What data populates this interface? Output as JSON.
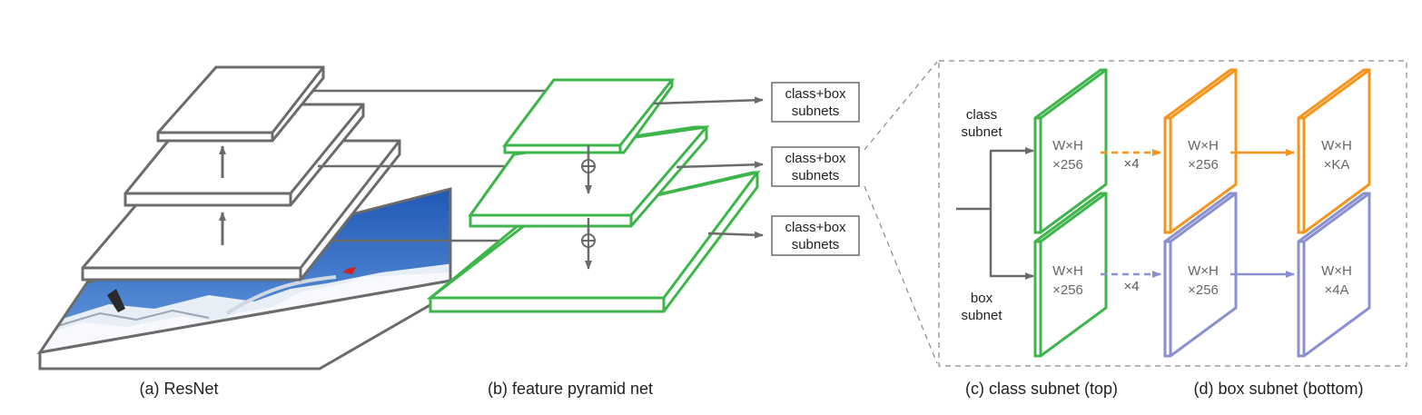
{
  "captions": {
    "resnet": "(a) ResNet",
    "fpn": "(b) feature pyramid net",
    "class_subnet": "(c) class subnet (top)",
    "box_subnet": "(d) box subnet (bottom)"
  },
  "subnet_boxes": [
    {
      "line1": "class+box",
      "line2": "subnets"
    },
    {
      "line1": "class+box",
      "line2": "subnets"
    },
    {
      "line1": "class+box",
      "line2": "subnets"
    }
  ],
  "branch_labels": {
    "class_line1": "class",
    "class_line2": "subnet",
    "box_line1": "box",
    "box_line2": "subnet"
  },
  "class_layers": [
    {
      "line1": "W×H",
      "line2": "×256"
    },
    {
      "line1": "W×H",
      "line2": "×256"
    },
    {
      "line1": "W×H",
      "line2": "×KA"
    }
  ],
  "box_layers": [
    {
      "line1": "W×H",
      "line2": "×256"
    },
    {
      "line1": "W×H",
      "line2": "×256"
    },
    {
      "line1": "W×H",
      "line2": "×4A"
    }
  ],
  "repeat_labels": {
    "class": "×4",
    "box": "×4"
  },
  "colors": {
    "gray": "#6b6b6b",
    "green": "#3db54a",
    "orange": "#f7941d",
    "purple": "#8a8fcf",
    "sky_top": "#1d56b5",
    "sky_bottom": "#6a9fe0",
    "snow": "#eef2f7"
  },
  "photo": {
    "subject": "snowy mountain ski-jump landscape"
  }
}
